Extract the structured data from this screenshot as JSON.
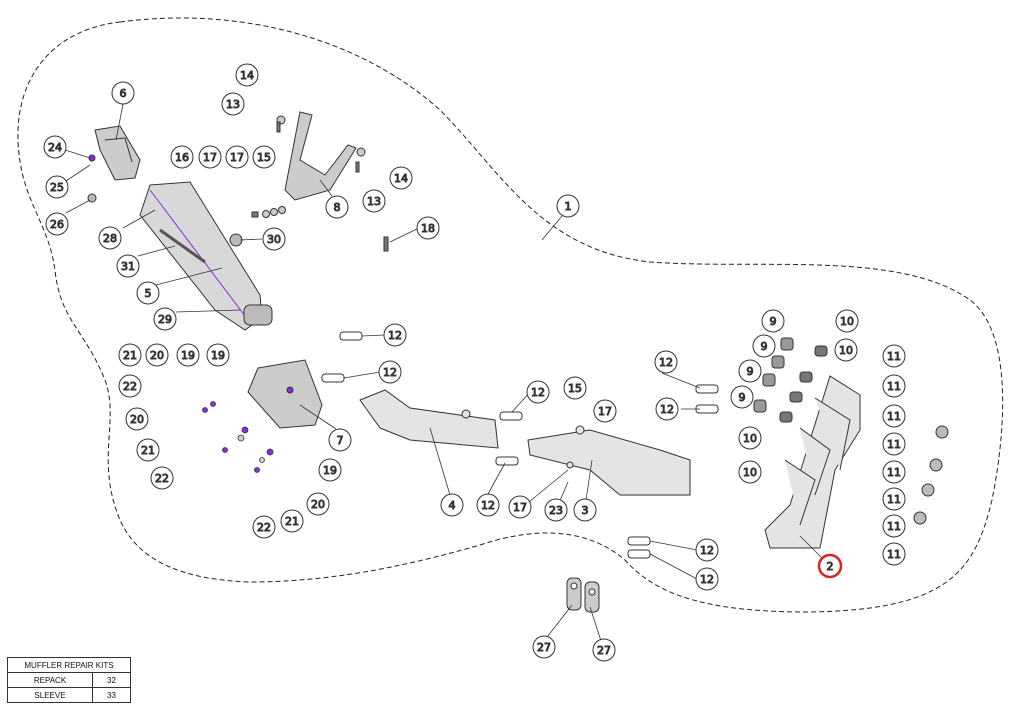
{
  "callouts": {
    "c1": "1",
    "c2": "2",
    "c3": "3",
    "c4": "4",
    "c5": "5",
    "c6": "6",
    "c7": "7",
    "c8": "8",
    "c9a": "9",
    "c9b": "9",
    "c9c": "9",
    "c9d": "9",
    "c10a": "10",
    "c10b": "10",
    "c10c": "10",
    "c10d": "10",
    "c11a": "11",
    "c11b": "11",
    "c11c": "11",
    "c11d": "11",
    "c11e": "11",
    "c11f": "11",
    "c11g": "11",
    "c11h": "11",
    "c12a": "12",
    "c12b": "12",
    "c12c": "12",
    "c12d": "12",
    "c12e": "12",
    "c12f": "12",
    "c12g": "12",
    "c12h": "12",
    "c13a": "13",
    "c13b": "13",
    "c14a": "14",
    "c14b": "14",
    "c15a": "15",
    "c15b": "15",
    "c16": "16",
    "c17a": "17",
    "c17b": "17",
    "c17c": "17",
    "c17d": "17",
    "c18": "18",
    "c19a": "19",
    "c19b": "19",
    "c19c": "19",
    "c20a": "20",
    "c20b": "20",
    "c20c": "20",
    "c21a": "21",
    "c21b": "21",
    "c21c": "21",
    "c22a": "22",
    "c22b": "22",
    "c22c": "22",
    "c23": "23",
    "c24": "24",
    "c25": "25",
    "c26": "26",
    "c27a": "27",
    "c27b": "27",
    "c28": "28",
    "c29": "29",
    "c30": "30",
    "c31": "31"
  },
  "repair_kits": {
    "title": "MUFFLER REPAIR KITS",
    "rows": [
      {
        "label": "REPACK",
        "value": "32"
      },
      {
        "label": "SLEEVE",
        "value": "33"
      }
    ]
  },
  "highlight_color": "#e02020",
  "accent_color": "#8a2be2"
}
